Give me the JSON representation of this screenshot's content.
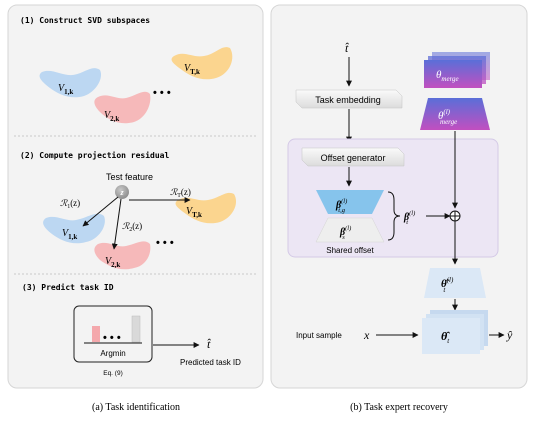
{
  "left_panel": {
    "step1_title": "(1) Construct SVD subspaces",
    "step2_title": "(2) Compute projection residual",
    "step3_title": "(3) Predict task ID",
    "subspaces": {
      "v1": {
        "base": "V",
        "sub": "1,k"
      },
      "v2": {
        "base": "V",
        "sub": "2,k"
      },
      "vt": {
        "base": "V",
        "sub": "T,k"
      }
    },
    "ellipsis": "• • •",
    "test_feature_label": "Test feature",
    "test_point": "z",
    "residuals": {
      "r1": {
        "name": "ℛ",
        "sub": "1",
        "arg": "(z)"
      },
      "r2": {
        "name": "ℛ",
        "sub": "2",
        "arg": "(z)"
      },
      "rt": {
        "name": "ℛ",
        "sub": "T",
        "arg": "(z)"
      }
    },
    "argmin_label": "Argmin",
    "bars_ellipsis": "• • •",
    "equation_ref": "Eq. (9)",
    "predicted_symbol": "t̂",
    "predicted_label": "Predicted task ID"
  },
  "right_panel": {
    "input_t": "t̂",
    "task_embedding_label": "Task embedding",
    "offset_generator_label": "Offset generator",
    "theta_merge": {
      "base": "θ",
      "sub": "merge"
    },
    "theta_merge_l": {
      "base": "θ",
      "sup": "(l)",
      "sub": "merge"
    },
    "beta_tg": {
      "base": "β",
      "sup": "(l)",
      "sub": "t,g"
    },
    "beta_s": {
      "base": "β",
      "sup": "(l)",
      "sub": "s"
    },
    "beta_t": {
      "base": "β",
      "sup": "(l)",
      "sub": "t"
    },
    "shared_offset_label": "Shared offset",
    "theta_hat_t_l": {
      "base": "θ̂",
      "sup": "(l)",
      "sub": "t"
    },
    "theta_hat_t": {
      "base": "θ̂",
      "sub": "t"
    },
    "input_sample_label": "Input sample",
    "input_x": "x",
    "output_y": "ŷ",
    "plus_symbol": "⊕"
  },
  "captions": {
    "left": "(a) Task identification",
    "right": "(b)  Task expert recovery"
  },
  "colors": {
    "blob_blue": "#bcd7f2",
    "blob_red": "#f6b9ba",
    "blob_yellow": "#fbd58f",
    "test_feature_gray": "#9a9a9a",
    "offset_region": "#ece6f4",
    "merge_gradient_top": "#5b6fd6",
    "merge_gradient_bottom": "#c14fbf",
    "beta_tg_fill": "#86c4ec",
    "beta_s_fill": "#eeeeee",
    "expert_fill": "#dbe8f6",
    "bar_red": "#f4a8ac"
  }
}
